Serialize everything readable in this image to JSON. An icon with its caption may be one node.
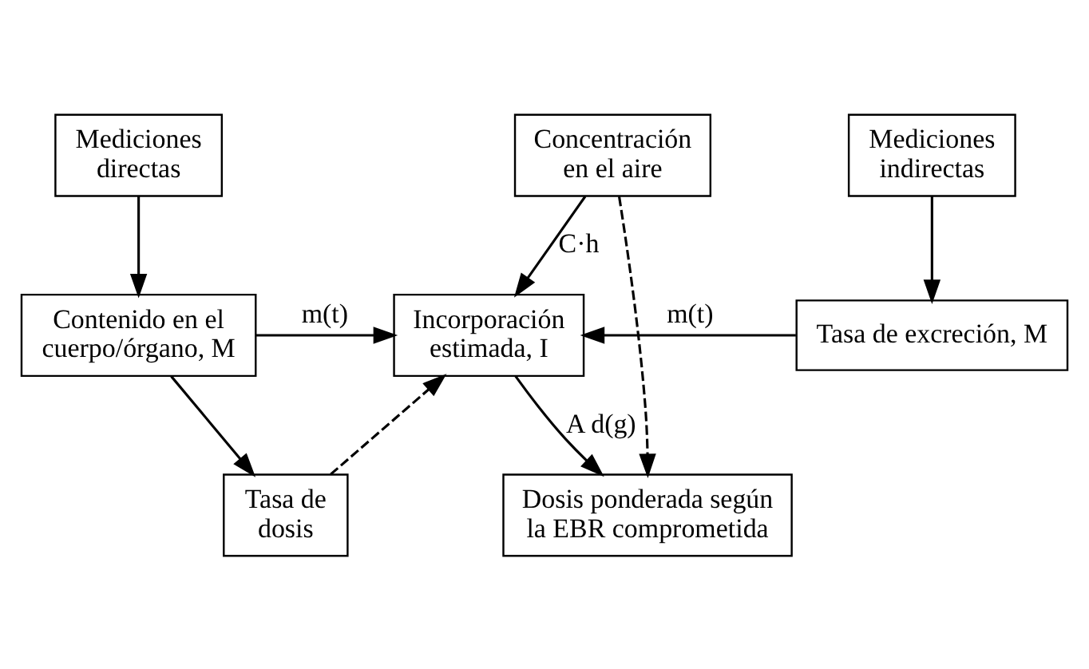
{
  "diagram": {
    "nodes": [
      {
        "text": [
          "Mediciones directas"
        ]
      },
      {
        "text": [
          "Mediciones indirectas"
        ]
      },
      {
        "text": [
          "Contenido en el cuerpo/órgano, M"
        ]
      },
      {
        "text": [
          "Incorporación estimada, I"
        ]
      },
      {
        "text": [
          "Tasa de excreción, M"
        ]
      },
      {
        "text": [
          "Concentración en el aire"
        ]
      },
      {
        "text": [
          "Tasa de dosis"
        ]
      },
      {
        "text": [
          "Dosis ponderada según la EBR comprometida"
        ]
      }
    ],
    "edges": [
      {
        "from": 0,
        "to": 2,
        "arrow": "to"
      },
      {
        "from": 1,
        "to": 4,
        "arrow": "to"
      },
      {
        "from": 2,
        "to": 3,
        "arrow": "to",
        "label": "m(t)"
      },
      {
        "from": 4,
        "to": 3,
        "arrow": "to",
        "label": "m(t)"
      },
      {
        "from": 5,
        "to": 3,
        "arrow": "to",
        "label": "C·h"
      },
      {
        "from": 2,
        "to": 6,
        "arrow": "to"
      },
      {
        "from": 6,
        "to": 3,
        "arrow": "to",
        "style": "dashed"
      },
      {
        "from": 3,
        "to": 7,
        "arrow": "to",
        "label": "A d(g)"
      },
      {
        "from": 5,
        "to": 7,
        "arrow": "to",
        "style": "dashed"
      }
    ]
  }
}
